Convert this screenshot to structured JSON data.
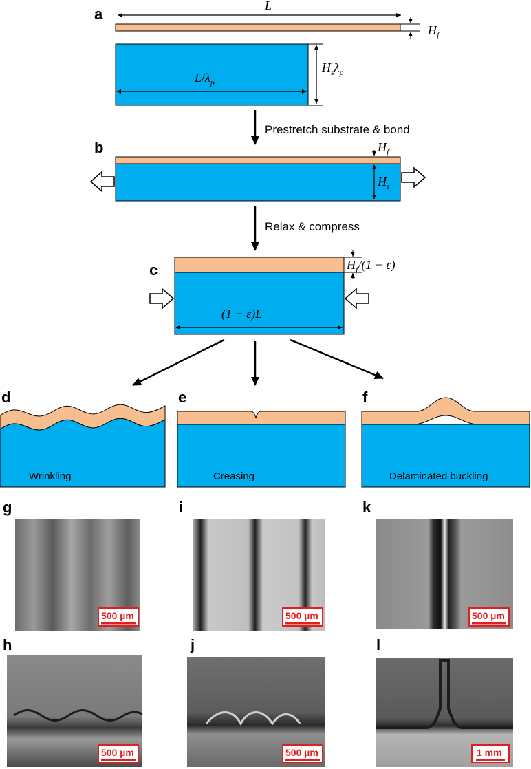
{
  "colors": {
    "film": "#f7bf90",
    "substrate": "#00adef",
    "outline": "#000000",
    "scalebar": "#e02020"
  },
  "panels": {
    "a": "a",
    "b": "b",
    "c": "c",
    "d": "d",
    "e": "e",
    "f": "f",
    "g": "g",
    "h": "h",
    "i": "i",
    "j": "j",
    "k": "k",
    "l": "l"
  },
  "labels": {
    "L": "L",
    "Hf": "H",
    "Hf_sub": "f",
    "L_over_lambda_L": "L",
    "L_over_lambda_slash": "/",
    "lambda": "λ",
    "lambda_sub": "p",
    "Hs": "H",
    "Hs_sub": "s",
    "c_Hf_suffix": "/(1 − ε)",
    "c_width_prefix": "(1 − ε)",
    "c_width_L": "L"
  },
  "steps": {
    "prestretch": "Prestretch substrate & bond",
    "relax": "Relax & compress"
  },
  "modes": {
    "wrinkling": "Wrinkling",
    "creasing": "Creasing",
    "delaminated": "Delaminated buckling"
  },
  "scalebars": {
    "g": "500 µm",
    "i": "500 µm",
    "k": "500 µm",
    "h": "500 µm",
    "j": "500 µm",
    "l": "1 mm"
  }
}
